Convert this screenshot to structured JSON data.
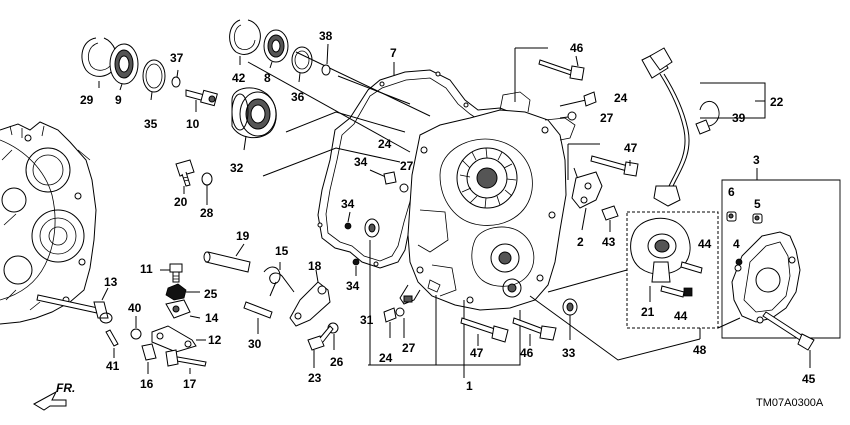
{
  "diagram_code": "TM07A0300A",
  "direction_label": "FR.",
  "callouts": [
    "1",
    "2",
    "3",
    "4",
    "5",
    "6",
    "8",
    "9",
    "10",
    "11",
    "12",
    "13",
    "14",
    "15",
    "16",
    "17",
    "18",
    "19",
    "20",
    "21",
    "22",
    "23",
    "24",
    "25",
    "26",
    "27",
    "28",
    "29",
    "30",
    "31",
    "32",
    "33",
    "34",
    "35",
    "36",
    "37",
    "38",
    "39",
    "40",
    "41",
    "42",
    "43",
    "44",
    "45",
    "46",
    "47",
    "48"
  ],
  "labels": {
    "n1": "1",
    "n2": "2",
    "n3": "3",
    "n4": "4",
    "n5": "5",
    "n6": "6",
    "n7": "7",
    "n8": "8",
    "n9": "9",
    "n10": "10",
    "n11": "11",
    "n12": "12",
    "n13": "13",
    "n14": "14",
    "n15": "15",
    "n16": "16",
    "n17": "17",
    "n18": "18",
    "n19": "19",
    "n20": "20",
    "n21": "21",
    "n22": "22",
    "n23": "23",
    "n24a": "24",
    "n24b": "24",
    "n24c": "24",
    "n25": "25",
    "n26": "26",
    "n27a": "27",
    "n27b": "27",
    "n27c": "27",
    "n28": "28",
    "n29": "29",
    "n30": "30",
    "n31": "31",
    "n32": "32",
    "n33": "33",
    "n34a": "34",
    "n34b": "34",
    "n34c": "34",
    "n35": "35",
    "n36": "36",
    "n37": "37",
    "n38": "38",
    "n39": "39",
    "n40": "40",
    "n41": "41",
    "n42": "42",
    "n43": "43",
    "n44a": "44",
    "n44b": "44",
    "n45": "45",
    "n46a": "46",
    "n46b": "46",
    "n47a": "47",
    "n47b": "47",
    "n48": "48"
  }
}
